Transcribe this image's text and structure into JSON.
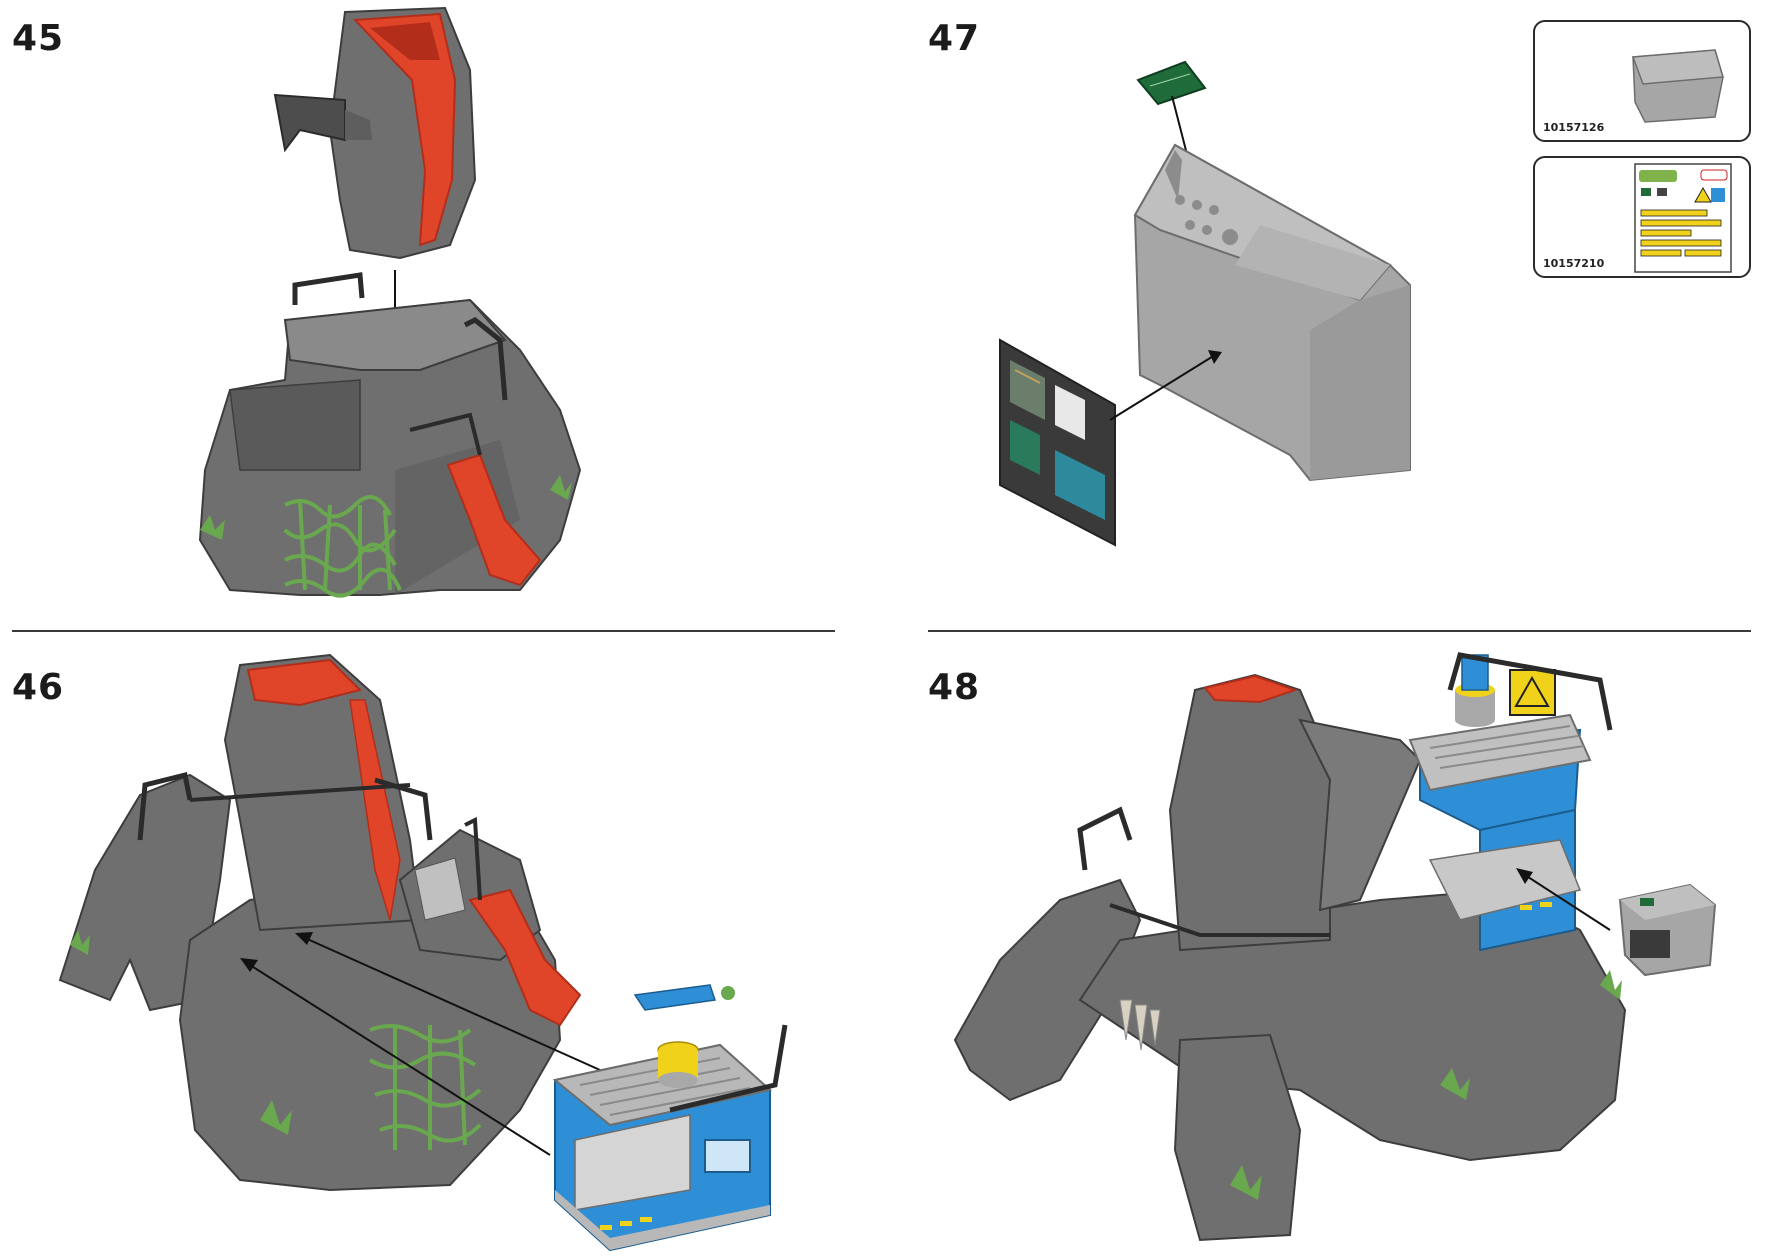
{
  "steps": [
    {
      "number": "45"
    },
    {
      "number": "47"
    },
    {
      "number": "46"
    },
    {
      "number": "48"
    }
  ],
  "parts": [
    {
      "id": "10157126",
      "icon": "console-part-icon"
    },
    {
      "id": "10157210",
      "icon": "sticker-sheet-icon"
    }
  ],
  "colors": {
    "rock": "#6f6f6f",
    "rock_dark": "#4d4d4d",
    "lava": "#e0452a",
    "lava_dark": "#b22e1b",
    "vine": "#6aa84f",
    "blue_module": "#2f8fd6",
    "console_grey": "#a6a6a6",
    "railing": "#2b2b2b",
    "hazard_yellow": "#f1d21b"
  }
}
